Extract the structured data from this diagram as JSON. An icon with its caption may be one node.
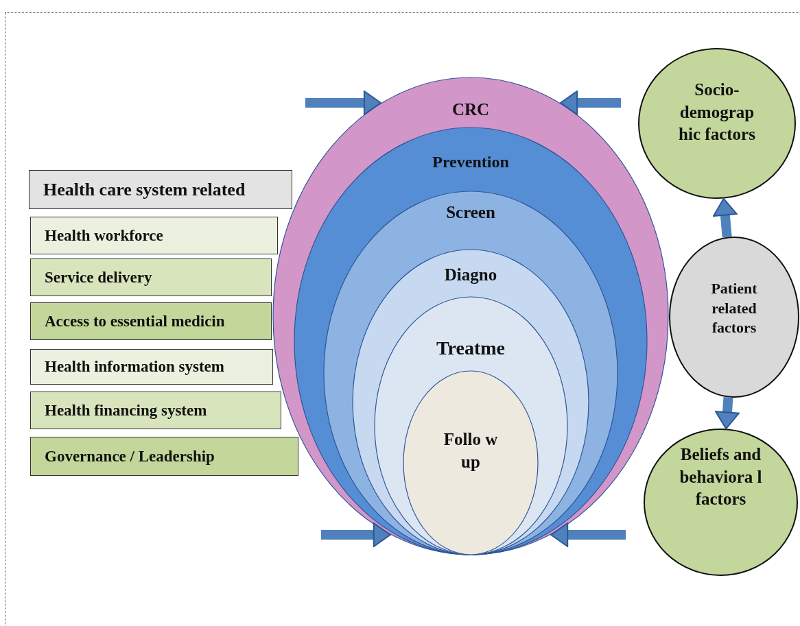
{
  "diagram": {
    "nodes": [
      {
        "text": [
          "Health care system related"
        ]
      },
      {
        "text": [
          "Health workforce"
        ]
      },
      {
        "text": [
          "Service delivery"
        ]
      },
      {
        "text": [
          "Access to essential medicin"
        ]
      },
      {
        "text": [
          "Health information system"
        ]
      },
      {
        "text": [
          "Health financing system"
        ]
      },
      {
        "text": [
          "Governance / Leadership"
        ]
      },
      {
        "text": [
          "CRC"
        ]
      },
      {
        "text": [
          "Prevention"
        ],
        "in": 7
      },
      {
        "text": [
          "Screen"
        ],
        "in": 8
      },
      {
        "text": [
          "Diagno"
        ],
        "in": 9
      },
      {
        "text": [
          "Treatme"
        ],
        "in": 10
      },
      {
        "text": [
          "Follo w up"
        ],
        "in": 11
      },
      {
        "text": [
          "Socio- demograp hic factors"
        ]
      },
      {
        "text": [
          "Patient related factors"
        ]
      },
      {
        "text": [
          "Beliefs and behaviora l factors"
        ]
      }
    ],
    "edges": [
      {
        "from": null,
        "to": 7,
        "arrow": "to"
      },
      {
        "from": null,
        "to": 7,
        "arrow": "to"
      },
      {
        "from": null,
        "to": 7,
        "arrow": "to"
      },
      {
        "from": null,
        "to": 7,
        "arrow": "to"
      },
      {
        "from": 14,
        "to": 13,
        "arrow": "to"
      },
      {
        "from": 14,
        "to": 15,
        "arrow": "to"
      }
    ]
  }
}
